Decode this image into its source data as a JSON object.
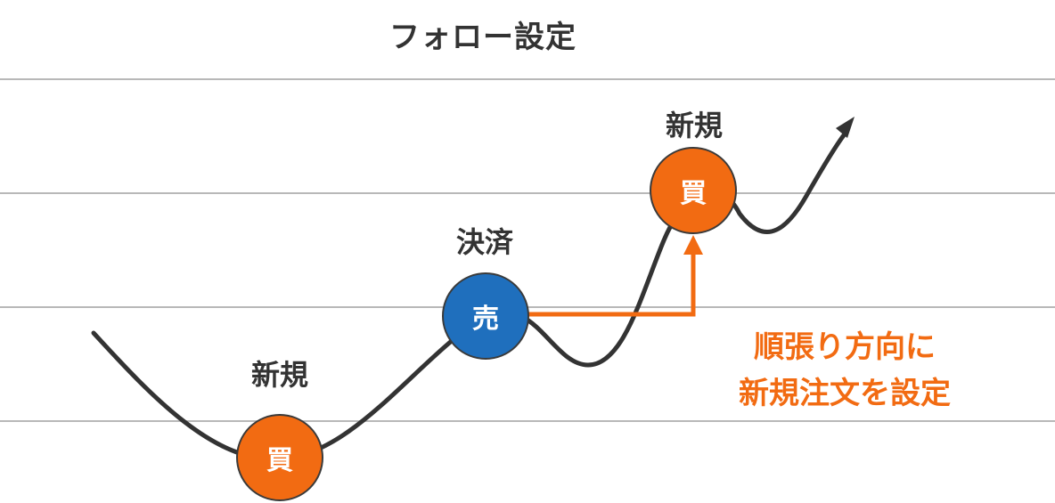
{
  "title": "フォロー設定",
  "colors": {
    "buy": "#f26b12",
    "sell": "#1f6fbd",
    "curve": "#333333",
    "gridline": "#b8b8b8",
    "highlight": "#f26b12"
  },
  "points": [
    {
      "label": "新規",
      "marker": "買",
      "kind": "buy"
    },
    {
      "label": "決済",
      "marker": "売",
      "kind": "sell"
    },
    {
      "label": "新規",
      "marker": "買",
      "kind": "buy"
    }
  ],
  "annotation": {
    "line1": "順張り方向に",
    "line2": "新規注文を設定"
  },
  "icons": [
    "up-arrow-icon",
    "trend-arrowhead-icon"
  ]
}
